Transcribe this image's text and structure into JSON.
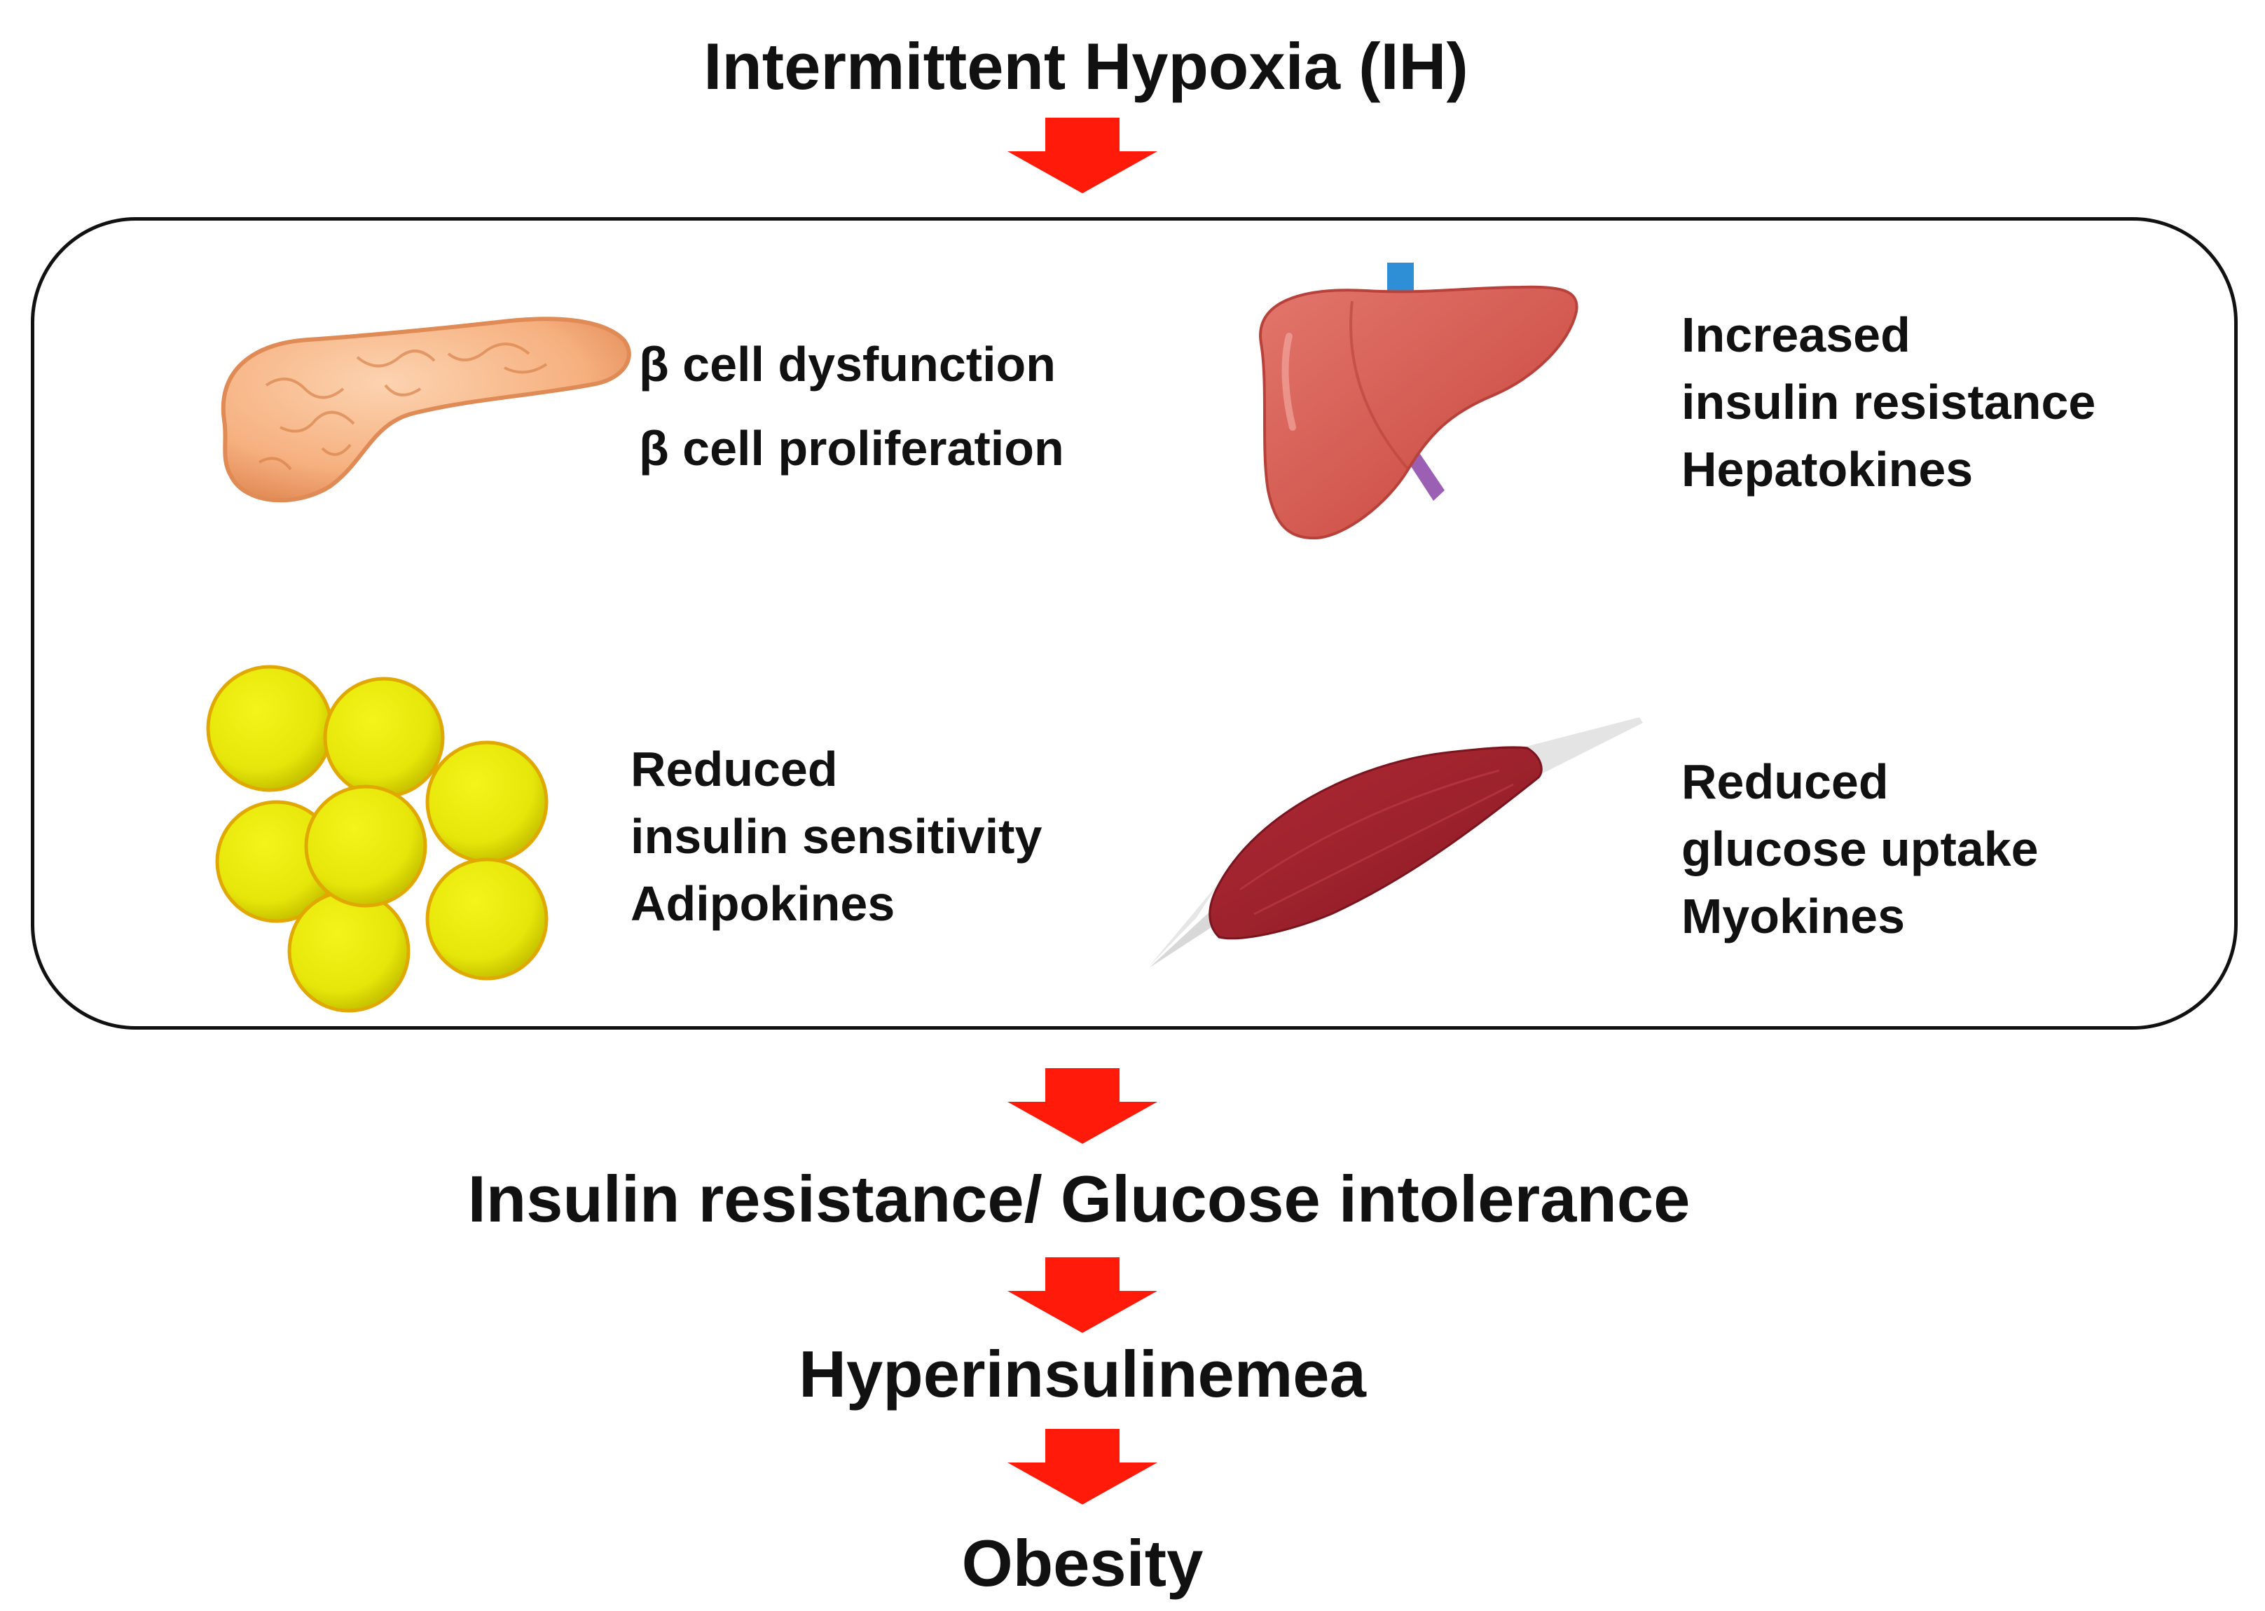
{
  "title": "Intermittent Hypoxia (IH)",
  "outcomes": [
    "Insulin resistance/ Glucose intolerance",
    "Hyperinsulinemea",
    "Obesity"
  ],
  "organs": {
    "pancreas": {
      "lines": [
        "β cell dysfunction",
        "β cell proliferation"
      ]
    },
    "liver": {
      "lines": [
        "Increased",
        "insulin resistance",
        "Hepatokines"
      ]
    },
    "adipose": {
      "lines": [
        "Reduced",
        "insulin sensitivity",
        "Adipokines"
      ]
    },
    "muscle": {
      "lines": [
        "Reduced",
        "glucose uptake",
        "Myokines"
      ]
    }
  },
  "colors": {
    "arrow": "#ff1a0a",
    "pancreas": "#f6b07f",
    "liver": "#d2584f",
    "adipocyte": "#eaea0a",
    "muscle": "#a0202c"
  }
}
